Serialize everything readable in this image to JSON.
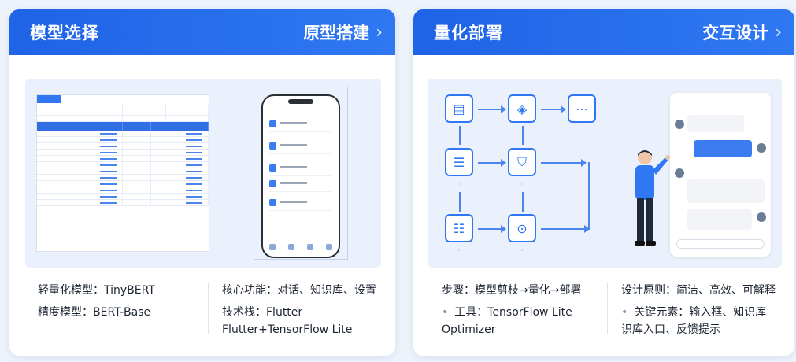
{
  "left_card": {
    "title": "模型选择",
    "right_label": "原型搭建",
    "info_left": [
      "轻量化模型：TinyBERT",
      "精度模型：BERT-Base"
    ],
    "info_right": [
      "核心功能：对话、知识库、设置",
      "技术栈：Flutter",
      "Flutter+TensorFlow Lite"
    ]
  },
  "right_card": {
    "title": "量化部署",
    "right_label": "交互设计",
    "info_left": [
      "步骤：模型剪枝→量化→部署",
      "工具：TensorFlow Lite",
      "Optimizer"
    ],
    "info_right": [
      "设计原则：简洁、高效、可解释",
      "关键元素：输入框、知识库",
      "识库入口、反馈提示"
    ]
  },
  "icons": {
    "chevron": "chevron-right-icon"
  },
  "colors": {
    "header_blue": "#1f63e6",
    "accent": "#2f78f2",
    "background": "#eef3fb"
  }
}
